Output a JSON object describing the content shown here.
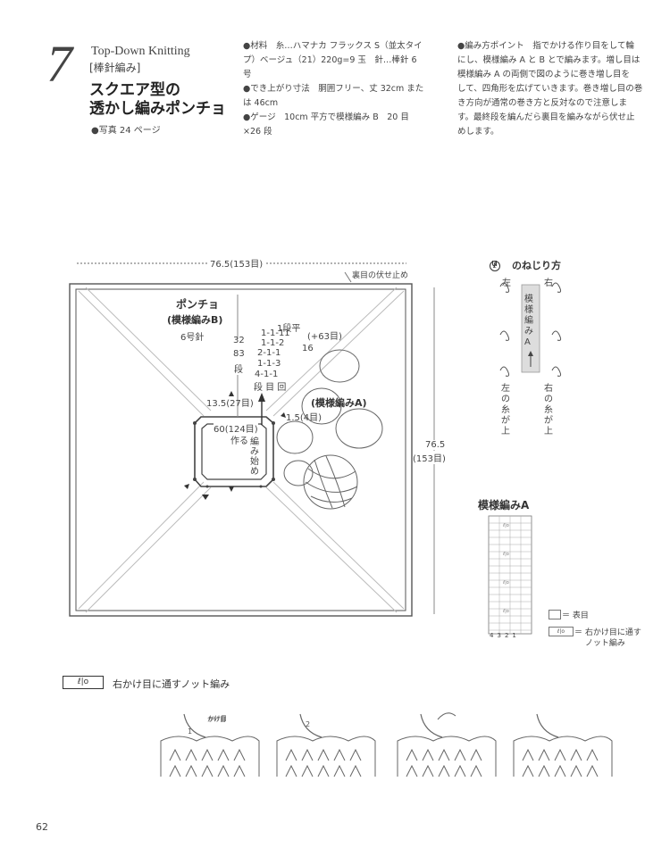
{
  "header": {
    "number": "7",
    "en_title": "Top-Down Knitting",
    "method": "[棒針編み]",
    "title_line1": "スクエア型の",
    "title_line2": "透かし編みポンチョ",
    "photo_ref": "●写真 24 ページ"
  },
  "materials": {
    "line1": "●材料　糸…ハマナカ フラックス S（並太タイ",
    "line2": "プ）ベージュ（21）220g=9 玉　針…棒針 6",
    "line3": "号",
    "line4": "●でき上がり寸法　胴囲フリー、丈 32cm また",
    "line5": "は 46cm",
    "line6": "●ゲージ　10cm 平方で模様編み B　20 目",
    "line7": "×26 段"
  },
  "points": {
    "line1": "●編み方ポイント　指でかける作り目をして輪",
    "line2": "にし、模様編み A と B とで編みます。増し目は",
    "line3": "模様編み A の両側で図のように巻き増し目を",
    "line4": "して、四角形を広げていきます。巻き増し目の巻",
    "line5": "き方向が通常の巻き方と反対なので注意しま",
    "line6": "す。最終段を編んだら裏目を編みながら伏せ止",
    "line7": "めします。"
  },
  "diagram": {
    "width_label": "76.5(153目)",
    "bind_off": "裏目の伏せ止め",
    "poncho": "ポンチョ",
    "pattern_b": "(模様編みB)",
    "needle": "6号針",
    "rows_32": "32",
    "rows_83": "83",
    "rows_dan": "段",
    "inc_1": "1段平",
    "inc_2": "1-1-11",
    "inc_3": "1-1-2",
    "inc_4": "2-1-1",
    "inc_5": "1-1-3",
    "inc_6": "4-1-1",
    "inc_head": "段 目 回",
    "plus63": "(+63目)",
    "plus16": "16",
    "pattern_a": "(模様編みA)",
    "side_13": "13.5(27目)",
    "side_15": "1.5(4目)",
    "cast_on_1": "60(124目)",
    "cast_on_2": "作る",
    "start": "編み始め",
    "height_1": "76.5",
    "height_2": "(153目)"
  },
  "twist": {
    "title": "のねじり方",
    "left": "左",
    "right": "右",
    "band": "模様編みA",
    "left_up": "左の糸が上",
    "right_up": "右の糸が上"
  },
  "chart": {
    "title": "模様編みA",
    "nums": [
      "4",
      "3",
      "2",
      "1"
    ],
    "legend1": "＝ 表目",
    "legend2a": "＝ 右かけ目に通す",
    "legend2b": "ノット編み"
  },
  "knot": {
    "title": "右かけ目に通すノット編み",
    "yarn_over": "かけ目"
  },
  "page_no": "62"
}
